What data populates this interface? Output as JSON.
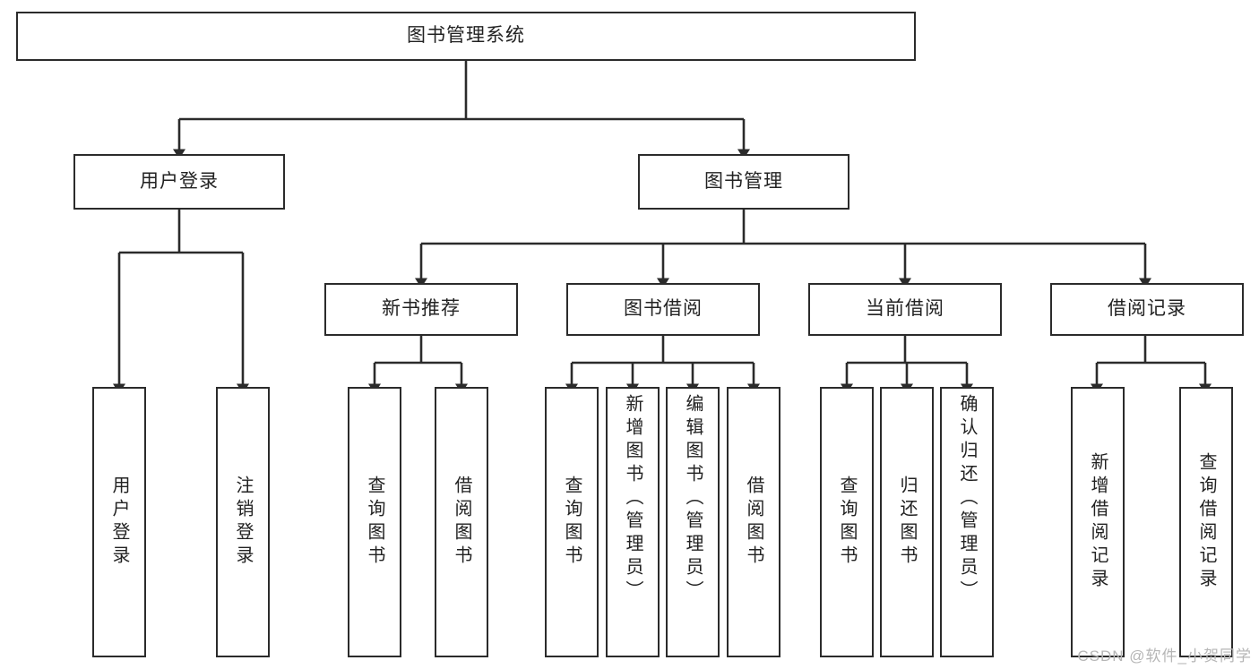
{
  "diagram": {
    "title": "图书管理系统",
    "type": "tree",
    "watermark": "CSDN @软件_小贺同学",
    "colors": {
      "stroke": "#2b2b2b",
      "box_fill": "#ffffff",
      "text": "#222222",
      "watermark": "#b6b6b6"
    },
    "root": {
      "label": "图书管理系统"
    },
    "level2": [
      {
        "label": "用户登录"
      },
      {
        "label": "图书管理"
      }
    ],
    "level3": [
      {
        "label": "新书推荐"
      },
      {
        "label": "图书借阅"
      },
      {
        "label": "当前借阅"
      },
      {
        "label": "借阅记录"
      }
    ],
    "leaves": {
      "user_login": [
        {
          "label": "用户登录"
        },
        {
          "label": "注销登录"
        }
      ],
      "new_book": [
        {
          "label": "查询图书"
        },
        {
          "label": "借阅图书"
        }
      ],
      "book_borrow": [
        {
          "label": "查询图书"
        },
        {
          "label": "新增图书（管理员）"
        },
        {
          "label": "编辑图书（管理员）"
        },
        {
          "label": "借阅图书"
        }
      ],
      "current_borrow": [
        {
          "label": "查询图书"
        },
        {
          "label": "归还图书"
        },
        {
          "label": "确认归还（管理员）"
        }
      ],
      "borrow_record": [
        {
          "label": "新增借阅记录"
        },
        {
          "label": "查询借阅记录"
        }
      ]
    }
  }
}
